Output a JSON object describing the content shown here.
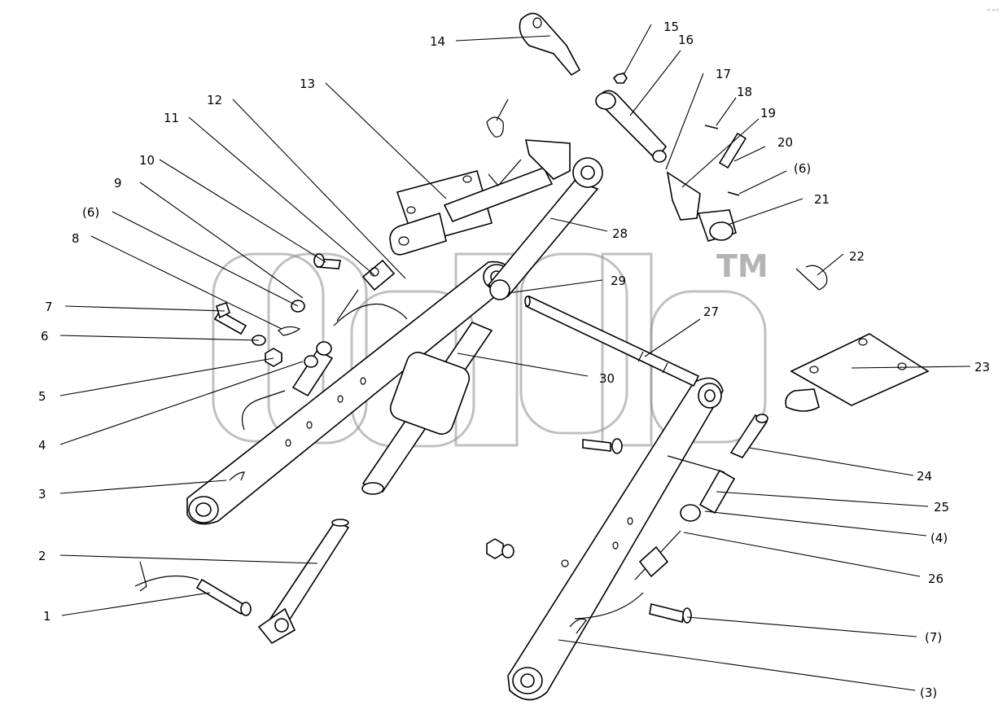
{
  "watermark": {
    "mark": "TM"
  },
  "corner_mark": "ᵂ ⁶⁰⁴",
  "callouts": [
    {
      "label": "1"
    },
    {
      "label": "2"
    },
    {
      "label": "3"
    },
    {
      "label": "4"
    },
    {
      "label": "5"
    },
    {
      "label": "6"
    },
    {
      "label": "7"
    },
    {
      "label": "8"
    },
    {
      "label": "(6)"
    },
    {
      "label": "9"
    },
    {
      "label": "10"
    },
    {
      "label": "11"
    },
    {
      "label": "12"
    },
    {
      "label": "13"
    },
    {
      "label": "14"
    },
    {
      "label": "15"
    },
    {
      "label": "16"
    },
    {
      "label": "17"
    },
    {
      "label": "18"
    },
    {
      "label": "19"
    },
    {
      "label": "20"
    },
    {
      "label": "(6)"
    },
    {
      "label": "21"
    },
    {
      "label": "22"
    },
    {
      "label": "23"
    },
    {
      "label": "24"
    },
    {
      "label": "25"
    },
    {
      "label": "(4)"
    },
    {
      "label": "26"
    },
    {
      "label": "(7)"
    },
    {
      "label": "(3)"
    },
    {
      "label": "27"
    },
    {
      "label": "28"
    },
    {
      "label": "29"
    },
    {
      "label": "30"
    }
  ]
}
